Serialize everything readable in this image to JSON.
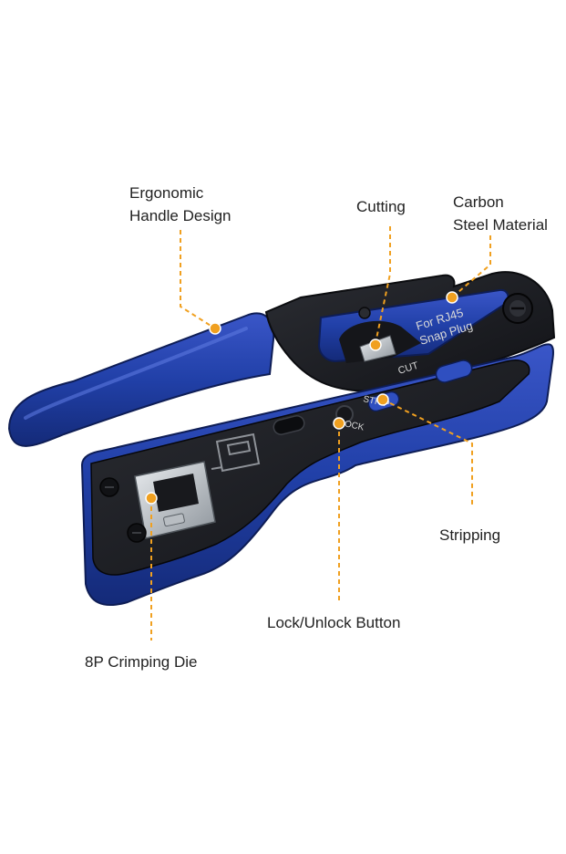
{
  "callouts": {
    "ergonomic": {
      "line1": "Ergonomic",
      "line2": "Handle Design"
    },
    "cutting": {
      "text": "Cutting"
    },
    "carbon": {
      "line1": "Carbon",
      "line2": "Steel Material"
    },
    "stripping": {
      "text": "Stripping"
    },
    "lock": {
      "text": "Lock/Unlock Button"
    },
    "crimping": {
      "text": "8P Crimping Die"
    }
  },
  "tool_markings": {
    "model_line1": "For RJ45",
    "model_line2": "Snap Plug",
    "cut": "CUT",
    "strip": "STRIP",
    "lock": "LOCK"
  },
  "colors": {
    "handle_blue": "#1f3a9e",
    "body_black": "#1c1d22",
    "callout_orange": "#f0a020",
    "text": "#222222"
  }
}
